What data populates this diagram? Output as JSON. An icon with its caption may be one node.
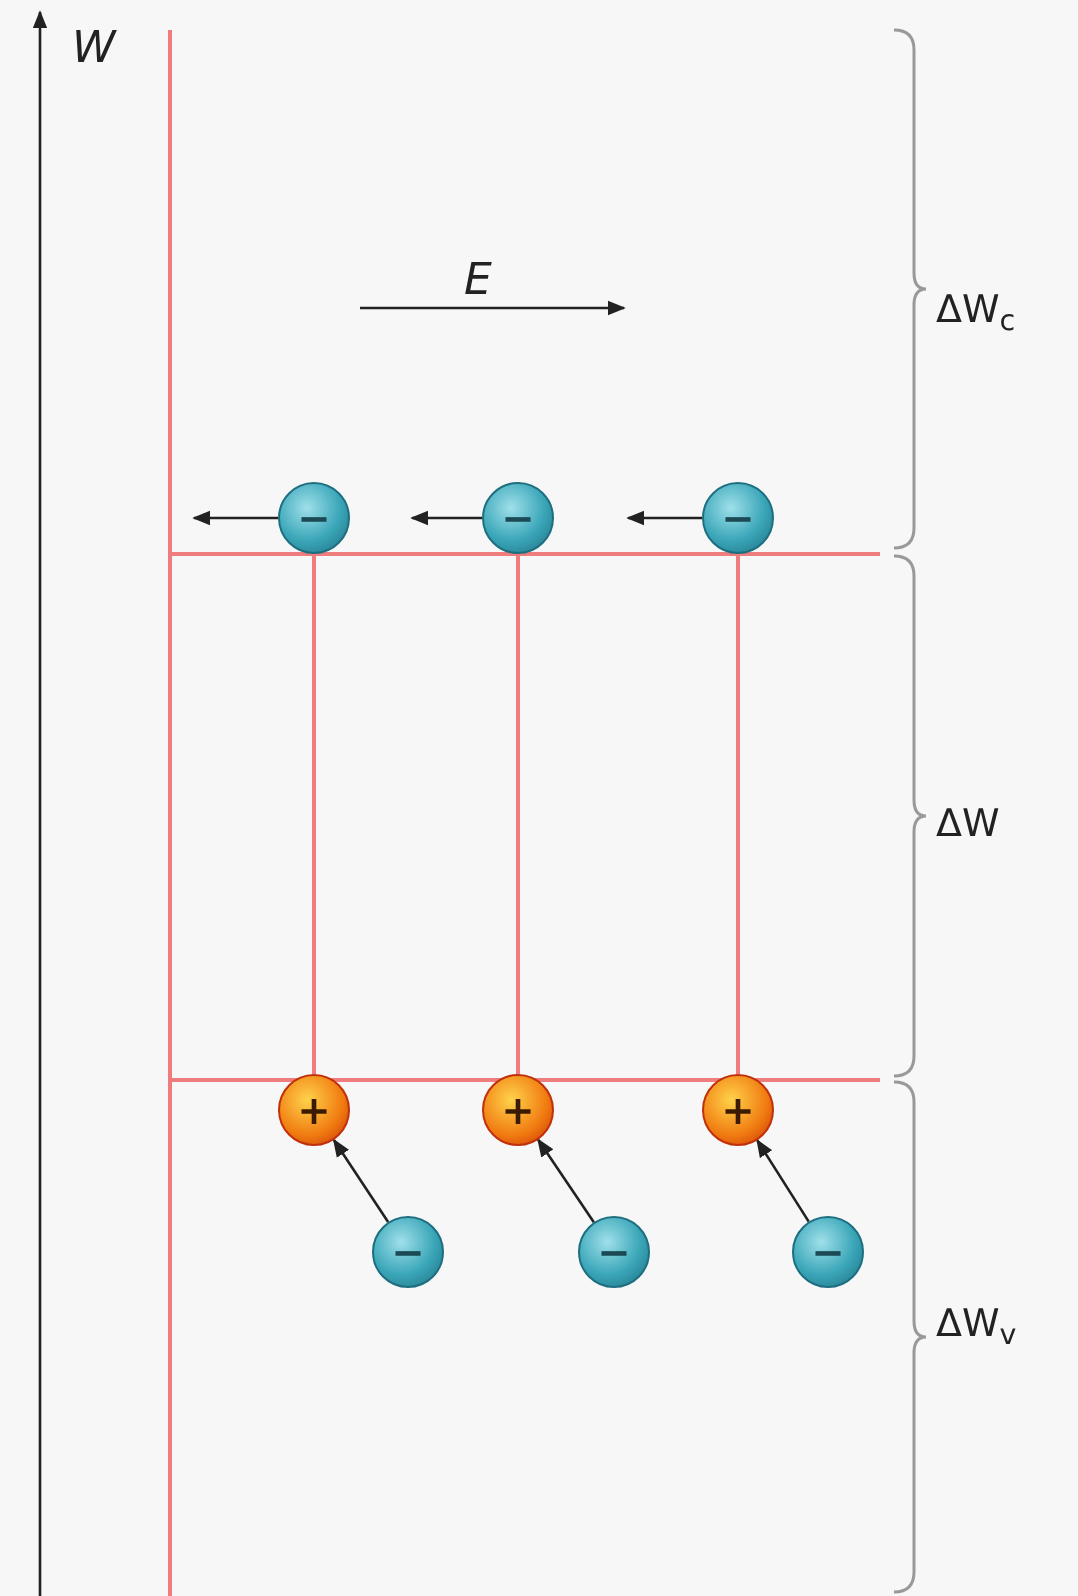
{
  "diagram": {
    "nodes": [
      {
        "text": [
          "−"
        ]
      },
      {
        "text": [
          "−"
        ]
      },
      {
        "text": [
          "−"
        ]
      },
      {
        "text": [
          "+"
        ]
      },
      {
        "text": [
          "+"
        ]
      },
      {
        "text": [
          "+"
        ]
      },
      {
        "text": [
          "−"
        ]
      },
      {
        "text": [
          "−"
        ]
      },
      {
        "text": [
          "−"
        ]
      }
    ],
    "edges": [
      {
        "from": 0,
        "to": null,
        "arrow": "to"
      },
      {
        "from": 1,
        "to": null,
        "arrow": "to"
      },
      {
        "from": 2,
        "to": null,
        "arrow": "to"
      },
      {
        "from": 0,
        "to": 3,
        "arrow": "none",
        "color": "#f07d7d"
      },
      {
        "from": 1,
        "to": 4,
        "arrow": "none",
        "color": "#f07d7d"
      },
      {
        "from": 2,
        "to": 5,
        "arrow": "none",
        "color": "#f07d7d"
      },
      {
        "from": 6,
        "to": 3,
        "arrow": "to"
      },
      {
        "from": 7,
        "to": 4,
        "arrow": "to"
      },
      {
        "from": 8,
        "to": 5,
        "arrow": "to"
      }
    ],
    "labels": [
      "W",
      "E",
      "ΔW$_{c}$",
      "ΔW",
      "ΔW$_{v}$"
    ]
  }
}
